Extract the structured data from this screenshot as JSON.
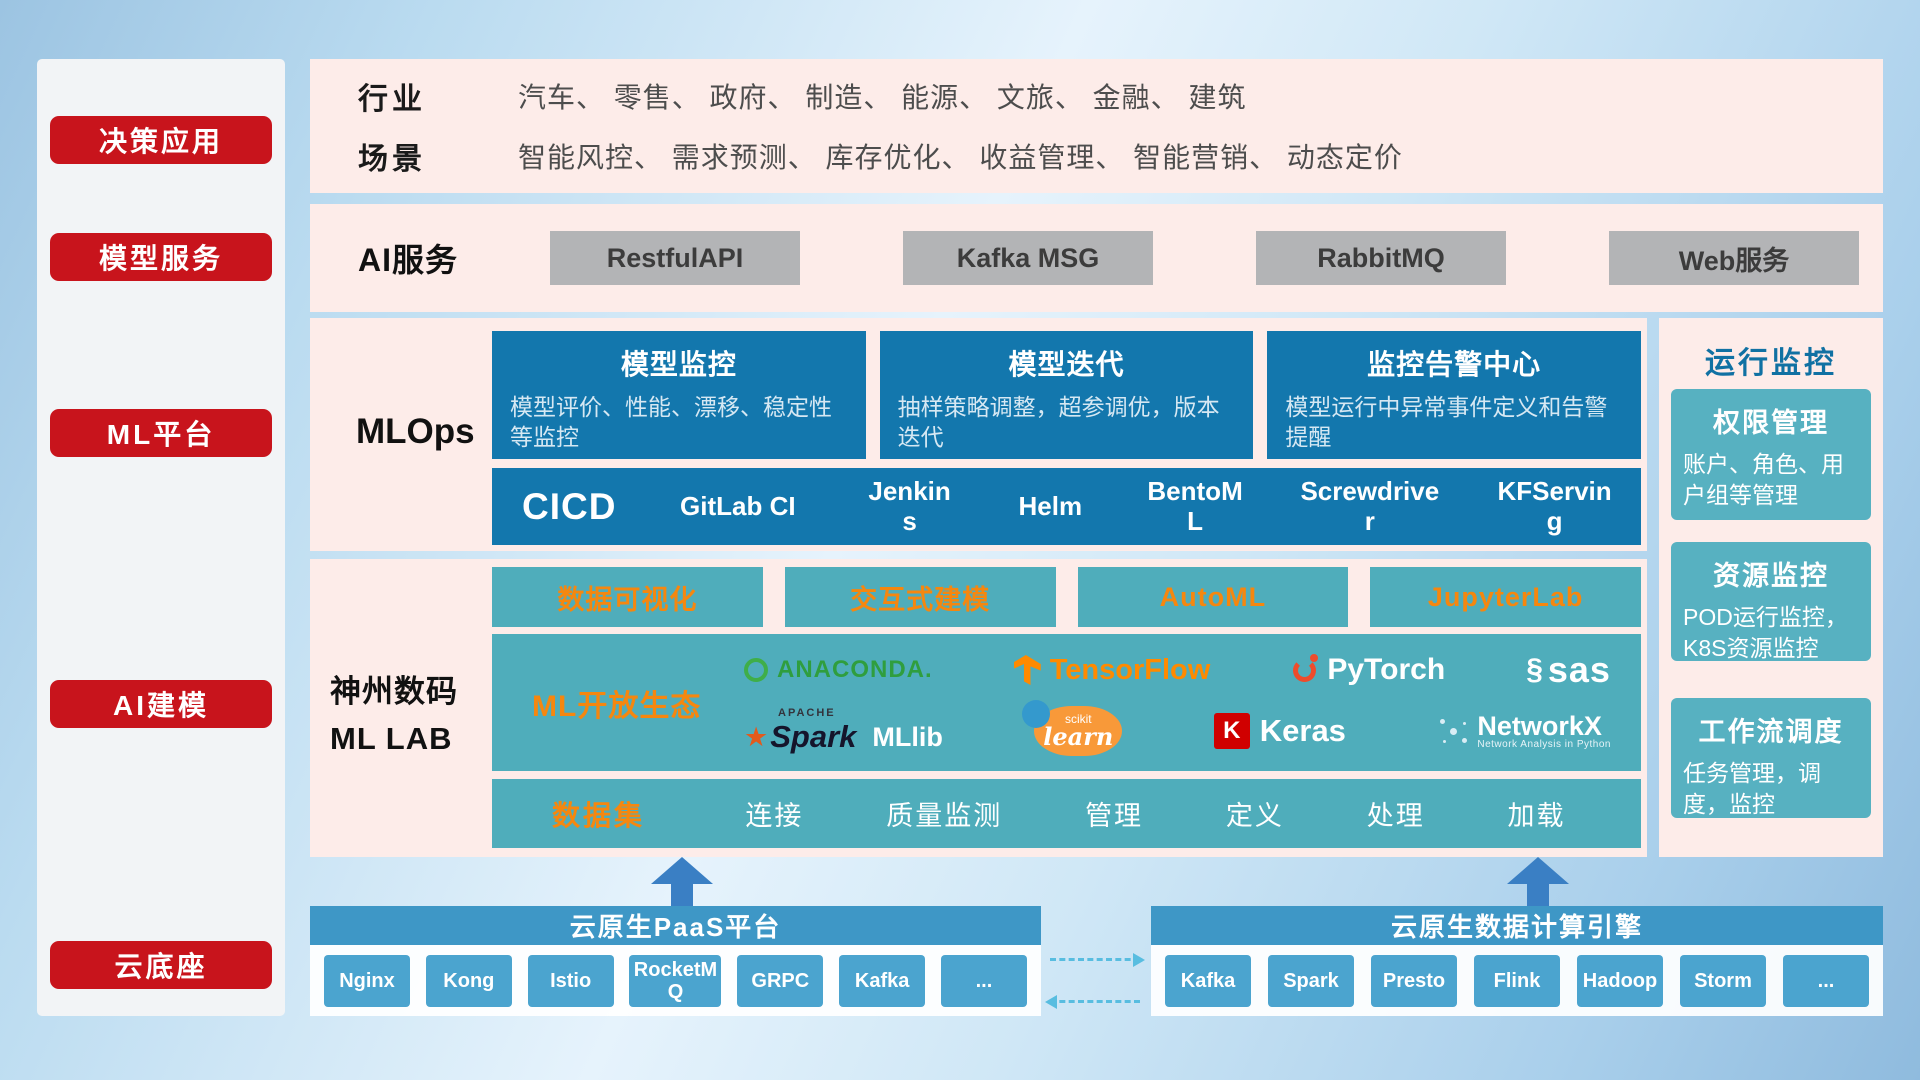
{
  "sidebar": {
    "items": [
      {
        "label": "决策应用"
      },
      {
        "label": "模型服务"
      },
      {
        "label": "ML平台"
      },
      {
        "label": "AI建模"
      },
      {
        "label": "云底座"
      }
    ]
  },
  "industry": {
    "rows": [
      {
        "label": "行业",
        "value": "汽车、 零售、 政府、 制造、 能源、 文旅、 金融、 建筑"
      },
      {
        "label": "场景",
        "value": "智能风控、 需求预测、 库存优化、 收益管理、 智能营销、 动态定价"
      }
    ]
  },
  "ai_service": {
    "label": "AI服务",
    "items": [
      {
        "label": "RestfulAPI"
      },
      {
        "label": "Kafka MSG"
      },
      {
        "label": "RabbitMQ"
      },
      {
        "label": "Web服务"
      }
    ]
  },
  "mlops": {
    "label": "MLOps",
    "cards": [
      {
        "title": "模型监控",
        "desc": "模型评价、性能、漂移、稳定性等监控"
      },
      {
        "title": "模型迭代",
        "desc": "抽样策略调整，超参调优，版本迭代"
      },
      {
        "title": "监控告警中心",
        "desc": "模型运行中异常事件定义和告警提醒"
      }
    ],
    "cicd": {
      "label": "CICD",
      "items": [
        {
          "label": "GitLab CI"
        },
        {
          "label": "Jenkins"
        },
        {
          "label": "Helm"
        },
        {
          "label": "BentoML"
        },
        {
          "label": "Screwdriver"
        },
        {
          "label": "KFServing"
        }
      ]
    }
  },
  "mllab": {
    "title_line1": "神州数码",
    "title_line2": "ML LAB",
    "features": [
      {
        "label": "数据可视化"
      },
      {
        "label": "交互式建模"
      },
      {
        "label": "AutoML"
      },
      {
        "label": "JupyterLab"
      }
    ],
    "ecosystem": {
      "label": "ML开放生态",
      "logos": {
        "anaconda": "ANACONDA.",
        "tensorflow": "TensorFlow",
        "pytorch": "PyTorch",
        "sas": "sas",
        "spark_apache": "APACHE",
        "spark": "Spark",
        "mllib": "MLlib",
        "scikit_top": "scikit",
        "scikit_learn": "learn",
        "keras_k": "K",
        "keras": "Keras",
        "networkx": "NetworkX",
        "networkx_sub": "Network Analysis in Python"
      }
    },
    "dataset": {
      "label": "数据集",
      "items": [
        {
          "label": "连接"
        },
        {
          "label": "质量监测"
        },
        {
          "label": "管理"
        },
        {
          "label": "定义"
        },
        {
          "label": "处理"
        },
        {
          "label": "加载"
        }
      ]
    }
  },
  "monitor": {
    "title": "运行监控",
    "cards": [
      {
        "title": "权限管理",
        "desc": "账户、角色、用户组等管理"
      },
      {
        "title": "资源监控",
        "desc": "POD运行监控，K8S资源监控"
      },
      {
        "title": "工作流调度",
        "desc": "任务管理，调度，监控"
      }
    ]
  },
  "foundation": {
    "paas": {
      "title": "云原生PaaS平台",
      "items": [
        {
          "label": "Nginx"
        },
        {
          "label": "Kong"
        },
        {
          "label": "Istio"
        },
        {
          "label": "RocketMQ"
        },
        {
          "label": "GRPC"
        },
        {
          "label": "Kafka"
        },
        {
          "label": "..."
        }
      ]
    },
    "engine": {
      "title": "云原生数据计算引擎",
      "items": [
        {
          "label": "Kafka"
        },
        {
          "label": "Spark"
        },
        {
          "label": "Presto"
        },
        {
          "label": "Flink"
        },
        {
          "label": "Hadoop"
        },
        {
          "label": "Storm"
        },
        {
          "label": "..."
        }
      ]
    }
  },
  "colors": {
    "accent_red": "#c8141c",
    "panel_pink": "#fdece9",
    "deep_blue": "#1377ad",
    "teal": "#4fadbb",
    "teal_card": "#57b1c1",
    "orange": "#f5870f",
    "bar_blue": "#3e97c6",
    "chip_blue": "#4ba4cf",
    "chip_gray": "#b3b4b6"
  }
}
